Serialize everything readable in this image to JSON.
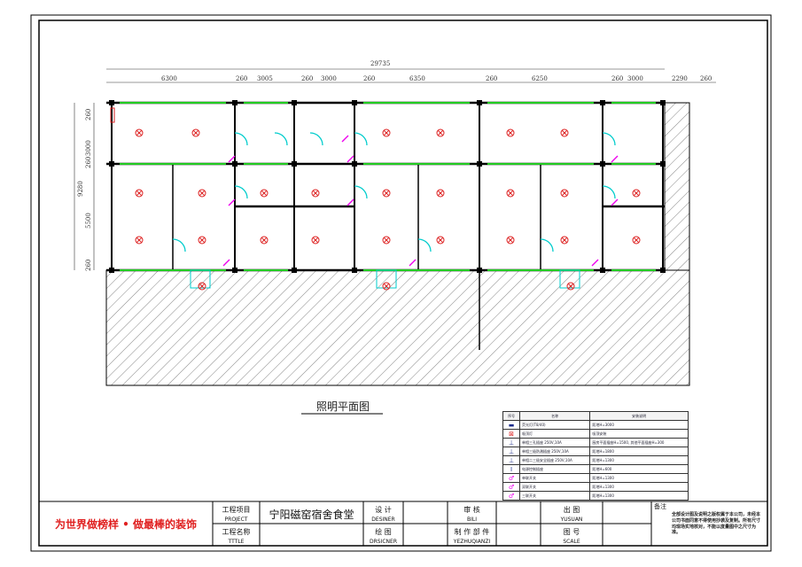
{
  "drawing_title": "照明平面图",
  "dimensions": {
    "overall_width": "29735",
    "top": [
      "6300",
      "260",
      "3005",
      "260",
      "3000",
      "260",
      "6350",
      "260",
      "6250",
      "260",
      "3000",
      "2290",
      "260"
    ],
    "left_overall": "9280",
    "left": [
      "260",
      "3000",
      "260",
      "5500",
      "260"
    ]
  },
  "legend": {
    "headers": [
      "序号",
      "名称",
      "安装说明"
    ],
    "rows": [
      {
        "icon": "fluorescent-lamp",
        "name": "荧光灯(T8/40)",
        "note": "距地H=3000"
      },
      {
        "icon": "ceiling-lamp",
        "name": "吸顶灯",
        "note": "吸顶安装"
      },
      {
        "icon": "socket-three-pin",
        "name": "单相三孔插座 250V,10A",
        "note": "厨房平面插座H=1500, 其他平面插座H=300"
      },
      {
        "icon": "splashproof-socket",
        "name": "单相三极防溅插座 250V,10A",
        "note": "距地H=1800"
      },
      {
        "icon": "safety-socket",
        "name": "单相二三极安全插座 250V,10A",
        "note": "距地H=1300"
      },
      {
        "icon": "control-socket",
        "name": "电源控制插座",
        "note": "距地H=600"
      },
      {
        "icon": "single-switch",
        "name": "单联开关",
        "note": "距地H=1300"
      },
      {
        "icon": "double-switch",
        "name": "双联开关",
        "note": "距地H=1300"
      },
      {
        "icon": "triple-switch",
        "name": "三联开关",
        "note": "距地H=1300"
      }
    ]
  },
  "title_block": {
    "slogan": "为世界做榜样 • 做最棒的装饰",
    "project_label": "工程项目",
    "project_label_en": "PROJECT",
    "project_value": "宁阳磁窑宿舍食堂",
    "title_label": "工程名称",
    "title_label_en": "TTTLE",
    "designer_label": "设 计",
    "designer_label_en": "DESINER",
    "drafter_label": "绘 图",
    "drafter_label_en": "DRSICNER",
    "check_label": "审 核",
    "check_label_en": "BILI",
    "made_label": "制 作 部 件",
    "made_label_en": "YEZHUQIANZI",
    "date_label": "出 图",
    "date_label_en": "YUSUAN",
    "scale_label": "图 号",
    "scale_label_en": "SCALE",
    "notes_label": "备注",
    "notes_text": "全部设计图及说明之版权属于本公司，未经本公司书面同意不得使用抄袭及复制。所有尺寸均现场实地核对，不能以度量图中之尺寸为准。"
  },
  "colors": {
    "wall": "#000000",
    "window": "#22cc22",
    "door": "#00cccc",
    "lamp": "#dd2222",
    "switch": "#ee00ee",
    "slogan": "#e02020"
  }
}
